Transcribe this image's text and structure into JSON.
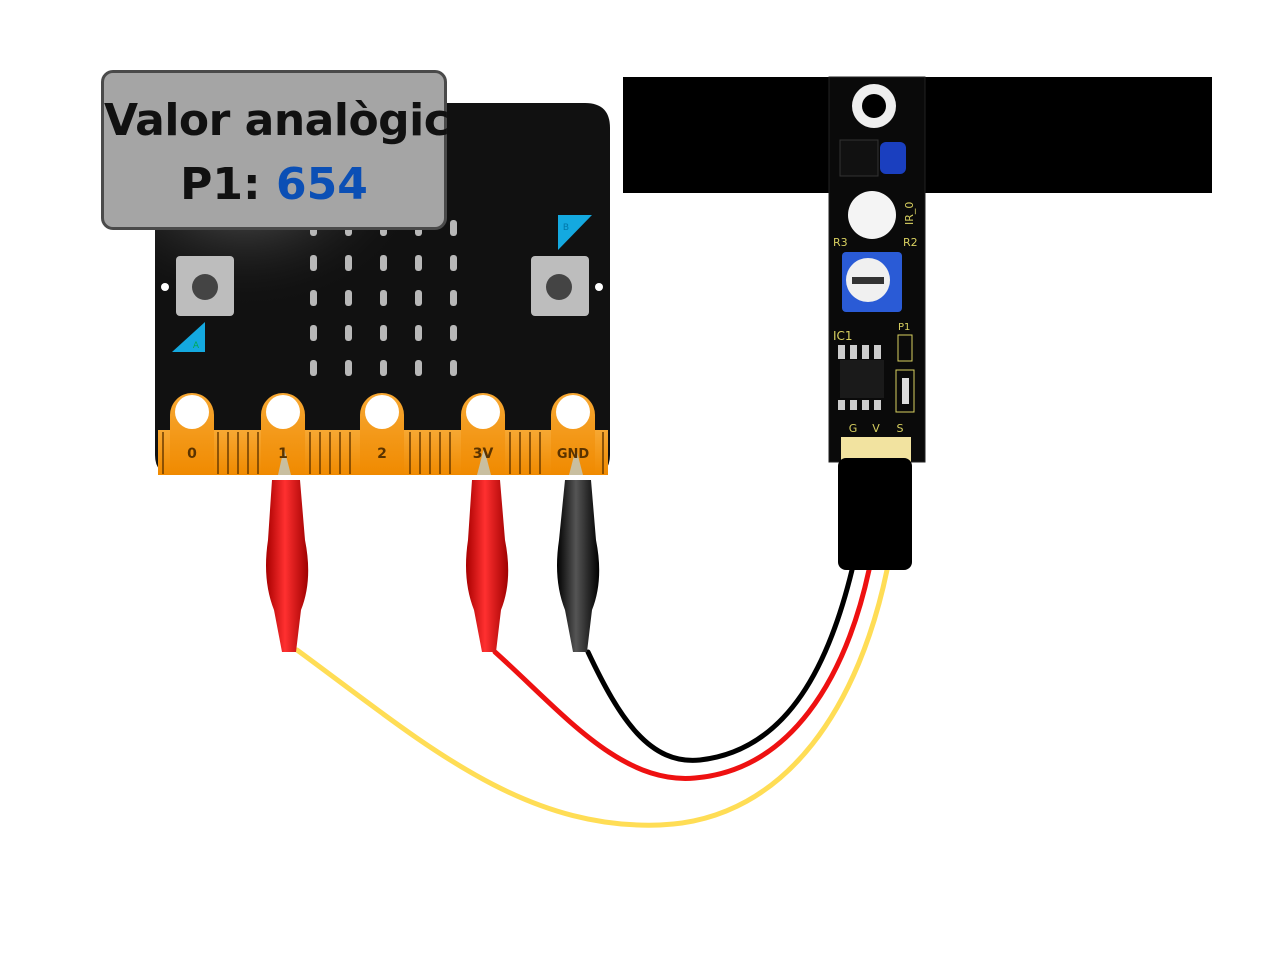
{
  "readout": {
    "title": "Valor analògic",
    "pin_label": "P1:",
    "value": "654",
    "value_color": "#0b4fb5"
  },
  "microbit": {
    "pins": [
      "0",
      "1",
      "2",
      "3V",
      "GND"
    ],
    "button_a": "A",
    "button_b": "B",
    "board_color": "#111111",
    "pad_color": "#f59a1a"
  },
  "sensor": {
    "label": "IR_0",
    "components": [
      "R3",
      "R2",
      "IC1",
      "P1"
    ],
    "pins": [
      "G",
      "V",
      "S"
    ]
  },
  "wires": [
    {
      "from": "1",
      "to": "S",
      "color": "#ffdd55"
    },
    {
      "from": "3V",
      "to": "V",
      "color": "#ee1111"
    },
    {
      "from": "GND",
      "to": "G",
      "color": "#000000"
    }
  ]
}
